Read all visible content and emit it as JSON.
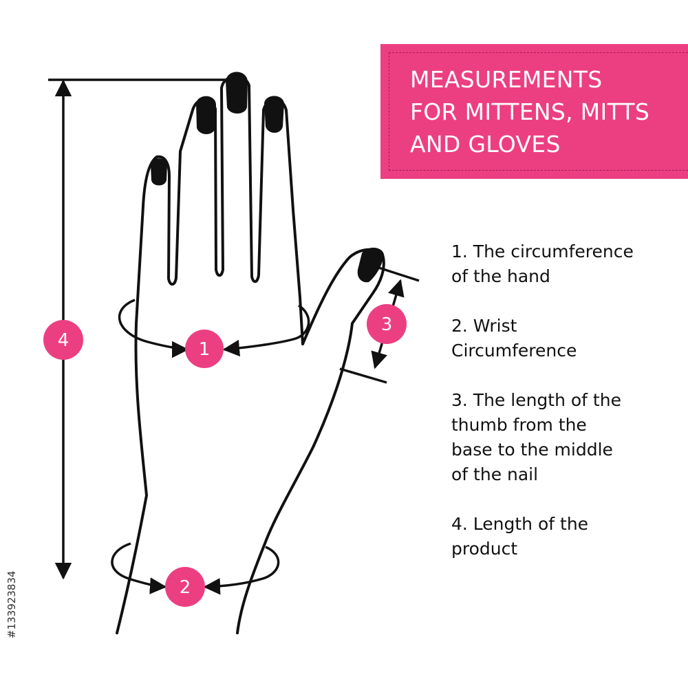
{
  "title": {
    "lines": [
      "MEASUREMENTS",
      "FOR MITTENS, MITTS",
      "AND GLOVES"
    ]
  },
  "markers": {
    "m1": "1",
    "m2": "2",
    "m3": "3",
    "m4": "4"
  },
  "legend": {
    "items": [
      {
        "lines": [
          "1. The circumference",
          "of the hand"
        ]
      },
      {
        "lines": [
          "2. Wrist",
          "Circumference"
        ]
      },
      {
        "lines": [
          "3. The length of the",
          "thumb from the",
          "base to the middle",
          "of the nail"
        ]
      },
      {
        "lines": [
          "4. Length of the",
          "product"
        ]
      }
    ]
  },
  "watermark": "#133923834",
  "colors": {
    "accent": "#ec3f82",
    "ink": "#111111",
    "background": "#ffffff"
  }
}
